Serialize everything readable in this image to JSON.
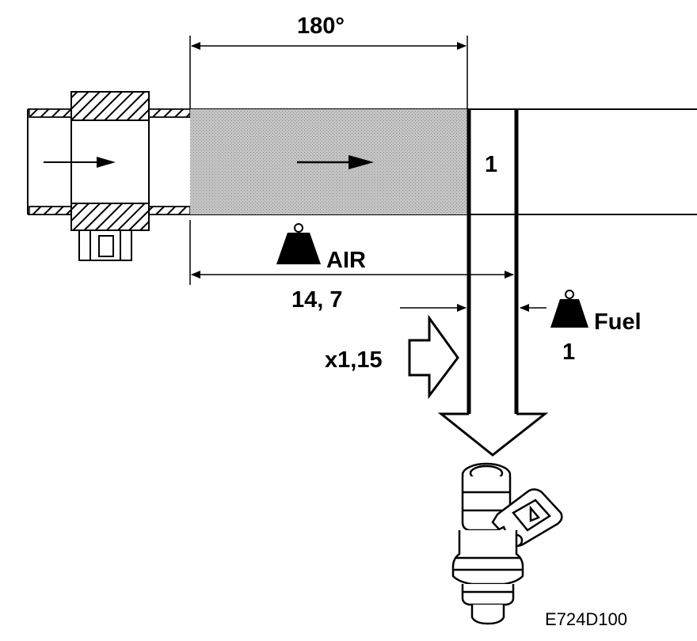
{
  "labels": {
    "angle": "180°",
    "section_number": "1",
    "air": "AIR",
    "air_ratio": "14, 7",
    "fuel": "Fuel",
    "fuel_ratio": "1",
    "correction_factor": "x1,15",
    "figure_code": "E724D100"
  },
  "icons": [
    "weight-icon-air",
    "weight-icon-fuel",
    "flow-arrow-icon",
    "injector-icon",
    "sensor-connector-icon"
  ],
  "colors": {
    "line": "#000000",
    "fill_region": "#bdbdbd",
    "background": "#ffffff"
  }
}
